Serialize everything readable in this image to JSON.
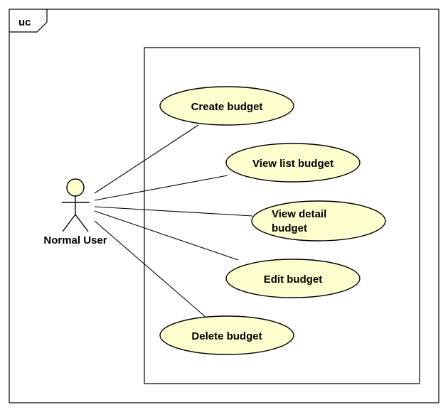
{
  "frame": {
    "tag": "uc"
  },
  "actor": {
    "name": "Normal User"
  },
  "use_cases": [
    {
      "id": "create",
      "lines": [
        "Create budget"
      ]
    },
    {
      "id": "view-list",
      "lines": [
        "View list budget"
      ]
    },
    {
      "id": "view-detail",
      "lines": [
        "View detail",
        "budget"
      ]
    },
    {
      "id": "edit",
      "lines": [
        "Edit budget"
      ]
    },
    {
      "id": "delete",
      "lines": [
        "Delete budget"
      ]
    }
  ],
  "colors": {
    "use_case_fill": "#FEFECE",
    "actor_fill": "#FEFECE",
    "stroke": "#000000",
    "background": "#FFFFFF"
  }
}
